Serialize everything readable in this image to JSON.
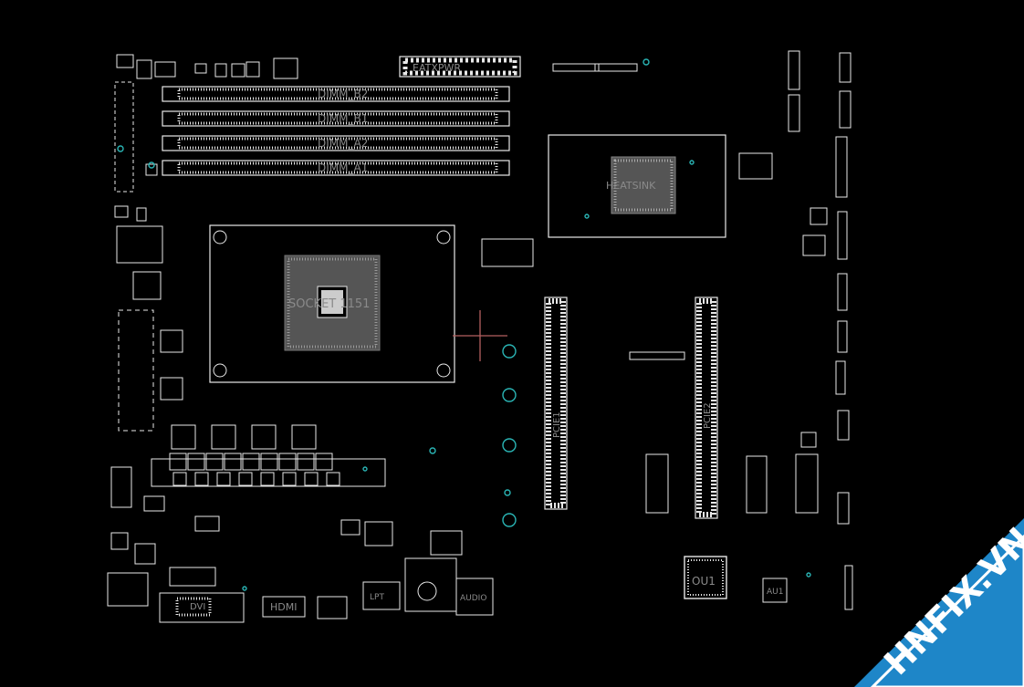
{
  "board": {
    "dimm_labels": [
      "DIMM_B2",
      "DIMM_B1",
      "DIMM_A2",
      "DIMM_A1"
    ],
    "socket_label": "SOCKET 1151",
    "chipset_label": "HEATSINK",
    "pcie_labels": [
      "PCIE1",
      "PCIE2"
    ],
    "top_connector_label": "EATXPWR",
    "port_labels": {
      "dvi": "DVI",
      "hdmi": "HDMI",
      "audio": "AUDIO",
      "lpt": "LPT"
    },
    "chip_labels": {
      "ou1": "OU1",
      "au1": "AU1"
    }
  },
  "watermark": {
    "text": "HNFIX.VN"
  },
  "colors": {
    "background": "#000000",
    "trace": "#e8e8e8",
    "label": "#8a8a8a",
    "via": "#2ab5b5",
    "crosshair": "#b46060",
    "watermark_band": "#1e86c8"
  }
}
